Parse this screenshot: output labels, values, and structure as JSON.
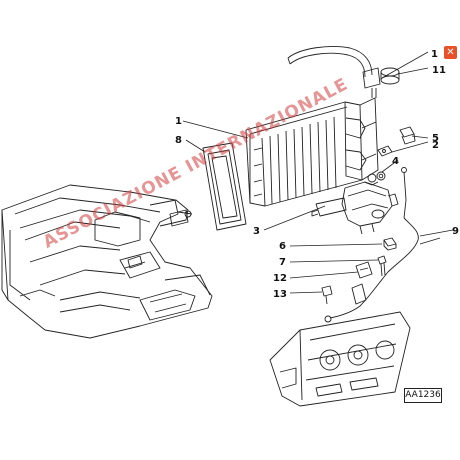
{
  "callouts": {
    "c1_top": "1",
    "c11": "11",
    "c5": "5",
    "c2": "2",
    "c4": "4",
    "c1_left": "1",
    "c8": "8",
    "c3": "3",
    "c6": "6",
    "c7": "7",
    "c12": "12",
    "c13": "13",
    "c9": "9"
  },
  "reference_code": "AA1236",
  "watermark_text": "ASSOCIAZIONE INTERNAZIONALE",
  "badge_icon": "close-icon",
  "colors": {
    "line": "#222222",
    "badge": "#e8502a",
    "watermark": "#d23c3c"
  }
}
